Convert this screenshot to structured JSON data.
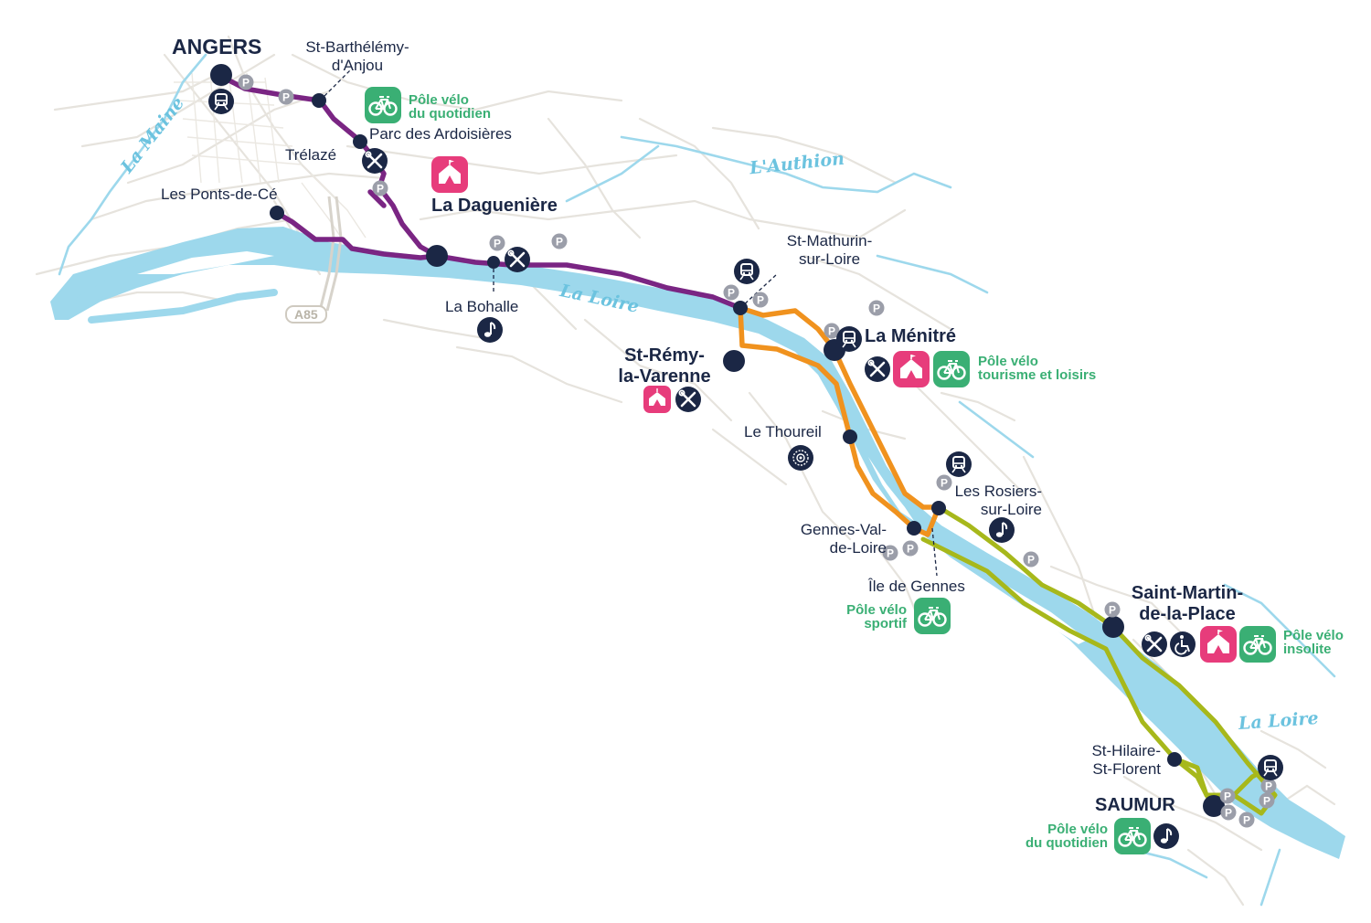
{
  "colors": {
    "water": "#9dd8ec",
    "road": "#e6e3dd",
    "purple": "#7a2583",
    "orange": "#f0921e",
    "lime": "#a7b81b",
    "navy": "#1b2745",
    "pink": "#e73c7b",
    "green": "#3aaf74",
    "parking": "#9b9ea9"
  },
  "towns": {
    "angers": "ANGERS",
    "st_barthelemy_1": "St-Barthélémy-",
    "st_barthelemy_2": "d'Anjou",
    "trelaze": "Trélazé",
    "parc_ardoisieres": "Parc des Ardoisières",
    "ponts_de_ce": "Les Ponts-de-Cé",
    "la_daguenière": "La Daguenière",
    "la_bohalle": "La Bohalle",
    "st_mathurin_1": "St-Mathurin-",
    "st_mathurin_2": "sur-Loire",
    "la_menitre": "La Ménitré",
    "st_remy_1": "St-Rémy-",
    "st_remy_2": "la-Varenne",
    "le_thoureil": "Le Thoureil",
    "les_rosiers_1": "Les Rosiers-",
    "les_rosiers_2": "sur-Loire",
    "gennes_1": "Gennes-Val-",
    "gennes_2": "de-Loire",
    "ile_de_gennes": "Île de Gennes",
    "st_martin_1": "Saint-Martin-",
    "st_martin_2": "de-la-Place",
    "st_hilaire_1": "St-Hilaire-",
    "st_hilaire_2": "St-Florent",
    "saumur": "SAUMUR"
  },
  "poles": {
    "angers_1": "Pôle vélo",
    "angers_2": "du quotidien",
    "menitre_1": "Pôle vélo",
    "menitre_2": "tourisme et loisirs",
    "gennes_1": "Pôle vélo",
    "gennes_2": "sportif",
    "st_martin_1": "Pôle vélo",
    "st_martin_2": "insolite",
    "saumur_1": "Pôle vélo",
    "saumur_2": "du quotidien"
  },
  "rivers": {
    "maine": "La Maine",
    "authion": "L'Authion",
    "loire_1": "La Loire",
    "loire_2": "La Loire"
  },
  "roads": {
    "a85": "A85"
  },
  "icons": {
    "parking_letter": "P",
    "train": "train-icon",
    "repair": "repair-tools-icon",
    "event": "event-tent-icon",
    "bike": "bicycle-icon",
    "music": "music-note-icon",
    "accessible": "wheelchair-icon",
    "heritage": "heritage-rosette-icon"
  }
}
